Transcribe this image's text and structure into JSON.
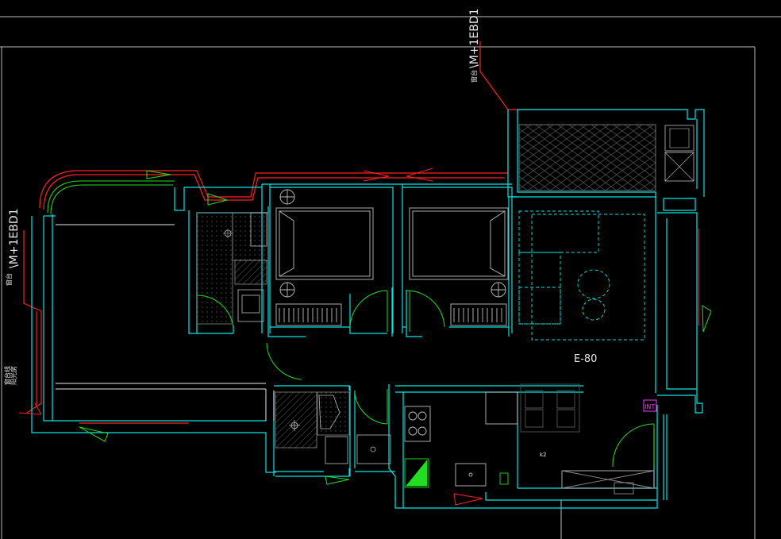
{
  "drawing": {
    "background": "#000000",
    "colors": {
      "wall": "#00e5e5",
      "red_line": "#ff2020",
      "green_line": "#22dd22",
      "white_line": "#e6e6e6",
      "grey_line": "#8a8a8a",
      "dark_grey": "#5a5a5a",
      "insert_box": "#ff33ff"
    },
    "labels": {
      "top_tag": "\\M+1EBD1",
      "top_small": "窗台",
      "left_tag": "\\M+1EBD1",
      "left_small": "窗台",
      "left_small_2": "窗台线",
      "left_small_3": "阳光房",
      "room_code": "E-80",
      "insert_tag": "INT",
      "kitchen_tag": "k2"
    }
  }
}
